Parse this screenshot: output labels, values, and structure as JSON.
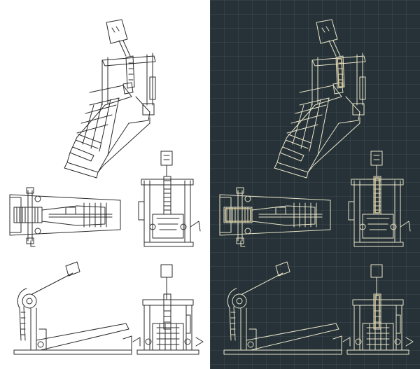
{
  "colors": {
    "light_background": "#ffffff",
    "light_line": "#2b2b2b",
    "dark_background": "#263238",
    "dark_grid": "#3a4a52",
    "dark_line": "#e9e4c8",
    "dark_accent": "#d8c99a"
  },
  "views": [
    "isometric",
    "top",
    "front",
    "side",
    "back"
  ]
}
